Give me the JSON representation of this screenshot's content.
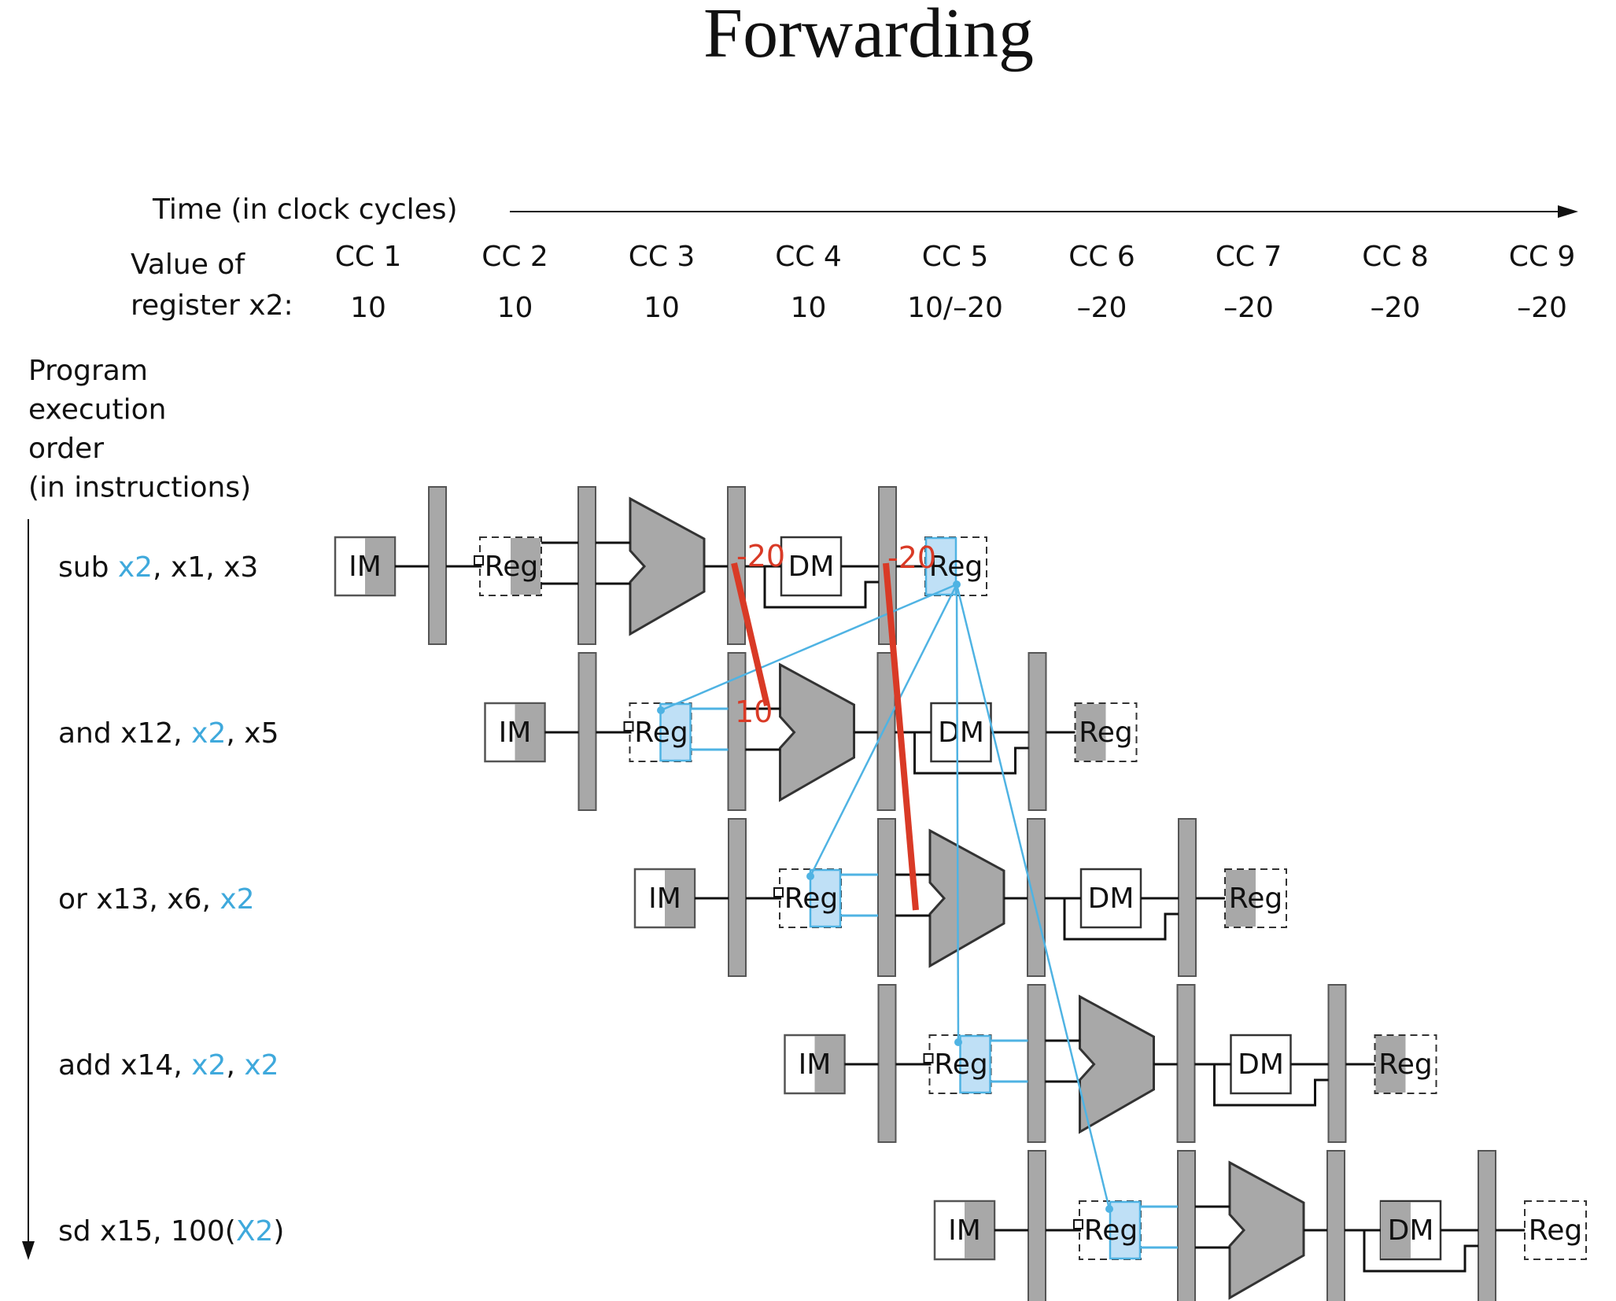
{
  "title": "Forwarding",
  "time_label": "Time (in clock cycles)",
  "value_label_line1": "Value of",
  "value_label_line2": "register x2:",
  "order_label": [
    "Program",
    "execution",
    "order",
    "(in instructions)"
  ],
  "cycles": [
    {
      "label": "CC 1",
      "value": "10"
    },
    {
      "label": "CC 2",
      "value": "10"
    },
    {
      "label": "CC 3",
      "value": "10"
    },
    {
      "label": "CC 4",
      "value": "10"
    },
    {
      "label": "CC 5",
      "value": "10/–20"
    },
    {
      "label": "CC 6",
      "value": "–20"
    },
    {
      "label": "CC 7",
      "value": "–20"
    },
    {
      "label": "CC 8",
      "value": "–20"
    },
    {
      "label": "CC 9",
      "value": "–20"
    }
  ],
  "instructions": [
    {
      "parts": [
        {
          "t": "sub ",
          "hl": false
        },
        {
          "t": "x2",
          "hl": true
        },
        {
          "t": ", x1, x3",
          "hl": false
        }
      ],
      "reg_read_hl": false,
      "reg_write_hl": true
    },
    {
      "parts": [
        {
          "t": "and x12, ",
          "hl": false
        },
        {
          "t": "x2",
          "hl": true
        },
        {
          "t": ", x5",
          "hl": false
        }
      ],
      "reg_read_hl": true,
      "reg_write_hl": false
    },
    {
      "parts": [
        {
          "t": "or x13, x6, ",
          "hl": false
        },
        {
          "t": "x2",
          "hl": true
        }
      ],
      "reg_read_hl": true,
      "reg_write_hl": false
    },
    {
      "parts": [
        {
          "t": "add x14, ",
          "hl": false
        },
        {
          "t": "x2",
          "hl": true
        },
        {
          "t": ", ",
          "hl": false
        },
        {
          "t": "x2",
          "hl": true
        }
      ],
      "reg_read_hl": true,
      "reg_write_hl": false
    },
    {
      "parts": [
        {
          "t": "sd x15, 100(",
          "hl": false
        },
        {
          "t": "X2",
          "hl": true
        },
        {
          "t": ")",
          "hl": false
        }
      ],
      "reg_read_hl": true,
      "reg_write_hl": false
    }
  ],
  "stage_labels": {
    "im": "IM",
    "reg": "Reg",
    "dm": "DM"
  },
  "forward_labels": {
    "exmem_value": "-20",
    "regread_value": "10",
    "memwb_value": "-20"
  },
  "colors": {
    "highlight_text": "#3fa9dc",
    "highlight_line": "#4fb3e3",
    "highlight_fill": "#bfe0f6",
    "forward_red": "#d93a26",
    "stage_gray": "#a8a8a8",
    "ink": "#111111"
  }
}
